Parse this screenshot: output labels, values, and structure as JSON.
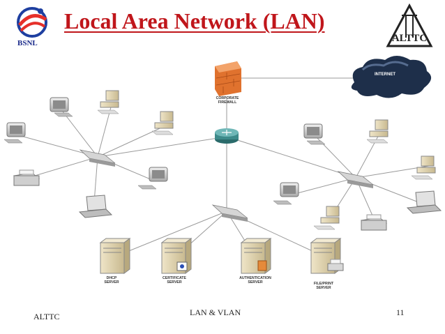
{
  "slide": {
    "title": "Local Area Network (LAN)",
    "logo_left": {
      "name": "bsnl-logo",
      "text": "BSNL"
    },
    "logo_right": {
      "name": "alttc-logo",
      "text": "ALTTC"
    },
    "footer": {
      "left": "ALTTC",
      "center": "LAN & VLAN",
      "right": "11"
    }
  },
  "diagram": {
    "labels": {
      "firewall_1": "CORPORATE",
      "firewall_2": "FIREWALL",
      "internet": "INTERNET",
      "dhcp_1": "DHCP",
      "dhcp_2": "SERVER",
      "cert_1": "CERTIFICATE",
      "cert_2": "SERVER",
      "auth_1": "AUTHENTICATION",
      "auth_2": "SERVER",
      "file_1": "FILE/PRINT",
      "file_2": "SERVER"
    },
    "nodes": [
      "corporate-firewall",
      "internet-cloud",
      "router",
      "switch-left",
      "switch-right",
      "switch-bottom",
      "dhcp-server",
      "certificate-server",
      "authentication-server",
      "file-print-server"
    ],
    "colors": {
      "title": "#c0161b",
      "link": "#9a9a9a",
      "cloud": "#1e2f4a",
      "firewall": "#e0722e"
    }
  }
}
